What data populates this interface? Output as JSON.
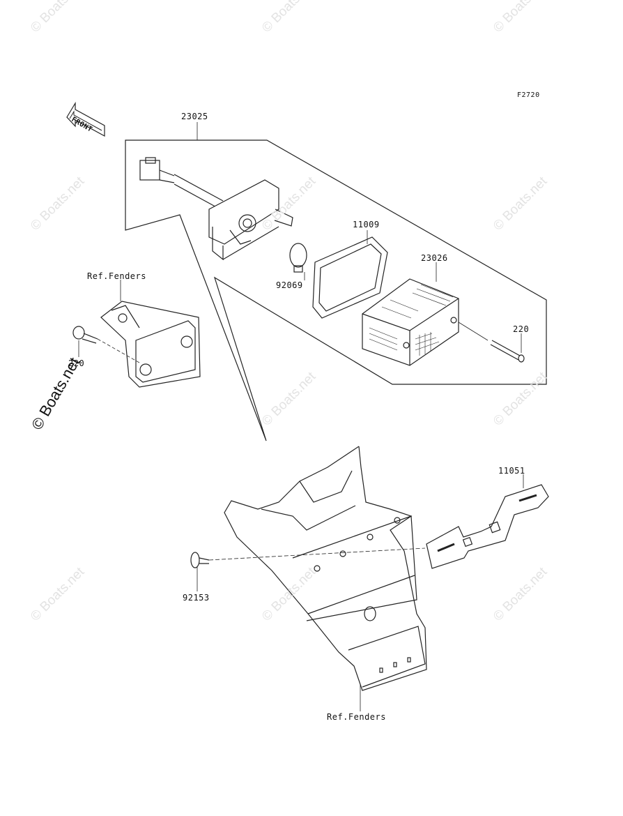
{
  "figure_code": "F2720",
  "front_arrow_label": "FRONT",
  "watermark_text": "© Boats.net",
  "corner_watermark_text": "© Boats.net",
  "callouts": {
    "p23025": "23025",
    "p11009": "11009",
    "p23026": "23026",
    "p92069": "92069",
    "p220": "220",
    "p220b": "220",
    "ref_fenders_top": "Ref.Fenders",
    "p11051": "11051",
    "p92153": "92153",
    "ref_fenders_bottom": "Ref.Fenders"
  },
  "colors": {
    "line": "#222222",
    "watermark": "#e3e3e3"
  }
}
